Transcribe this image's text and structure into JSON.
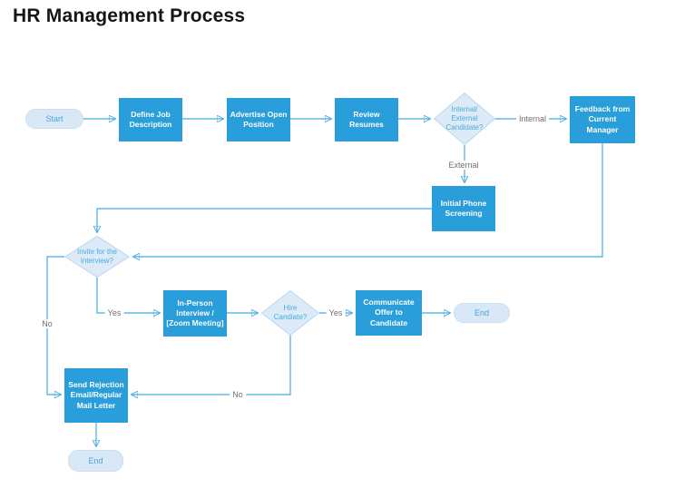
{
  "title": "HR Management Process",
  "nodes": {
    "start": "Start",
    "define_job": "Define Job Description",
    "advertise": "Advertise Open Position",
    "review_resumes": "Review Resumes",
    "internal_external": "Internal/ External Candidate?",
    "feedback": "Feedback from Current Manager",
    "phone_screening": "Initial Phone Screening",
    "invite": "Invite for the interview?",
    "in_person": "In-Person Interview / [Zoom Meeting]",
    "hire": "Hire Candiate?",
    "communicate_offer": "Communicate Offer to Candidate",
    "end_hired": "End",
    "send_rejection": "Send Rejection Email/Regular Mail Letter",
    "end_rejected": "End"
  },
  "edge_labels": {
    "internal": "Internal",
    "external": "External",
    "invite_yes": "Yes",
    "hire_yes": "Yes",
    "invite_no": "No",
    "hire_no": "No"
  },
  "colors": {
    "process_fill": "#299EDB",
    "process_text": "#FFFFFF",
    "decision_fill": "#DCEBF7",
    "decision_border": "#B9D7EE",
    "decision_text": "#45ACDF",
    "terminal_fill": "#D9E8F6",
    "terminal_border": "#CBE0F2",
    "terminal_text": "#4BA3DB",
    "connector": "#45ACDF",
    "edge_label_text": "#6E6E6E",
    "title_text": "#151515"
  }
}
